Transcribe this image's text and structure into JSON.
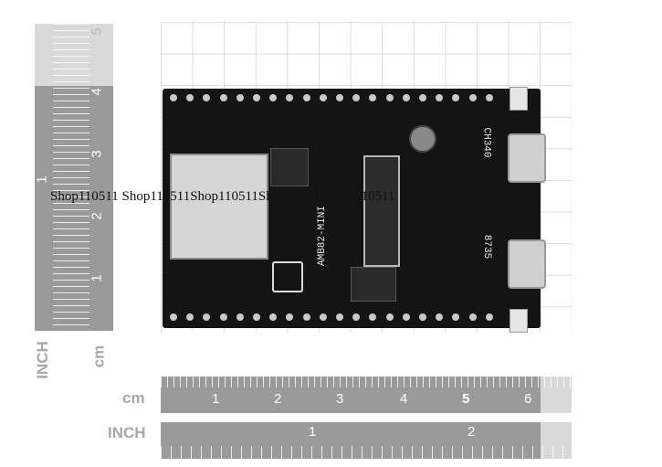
{
  "vertical_ruler": {
    "cm_labels": [
      "1",
      "2",
      "3",
      "4",
      "5"
    ],
    "inch_labels": [
      "1"
    ],
    "cm_unit": "cm",
    "inch_unit": "INCH"
  },
  "horizontal_ruler": {
    "cm_labels": [
      "1",
      "2",
      "3",
      "4",
      "5",
      "6"
    ],
    "inch_labels": [
      "1",
      "2"
    ],
    "cm_unit": "cm",
    "inch_unit": "INCH"
  },
  "board": {
    "silkscreen_model": "AMB82-MINI",
    "silkscreen_chip1": "CH340",
    "silkscreen_chip2": "8735"
  },
  "watermark": "Shop110511 Shop110511Shop110511Shop110511Shop110511",
  "colors": {
    "board": "#141414",
    "ruler_dark": "#9a9a9a",
    "ruler_light": "#d9d9d9",
    "background": "#ffffff"
  }
}
